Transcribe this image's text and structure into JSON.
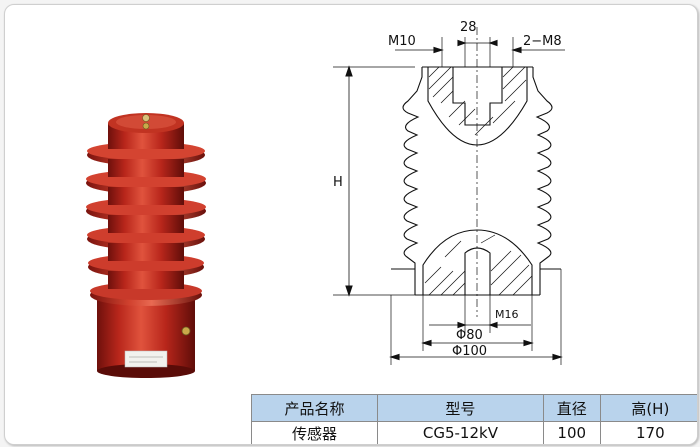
{
  "drawing": {
    "labels": {
      "m10": "M10",
      "dim28": "28",
      "m8": "2−M8",
      "height": "H",
      "m16": "M16",
      "phi80": "Φ80",
      "phi100": "Φ100"
    }
  },
  "table": {
    "headers": [
      "产品名称",
      "型号",
      "直径",
      "高(H)"
    ],
    "row": [
      "传感器",
      "CG5-12kV",
      "100",
      "170"
    ]
  },
  "colors": {
    "insulator_red": "#b8261b",
    "header_blue": "#b9d3ec"
  }
}
